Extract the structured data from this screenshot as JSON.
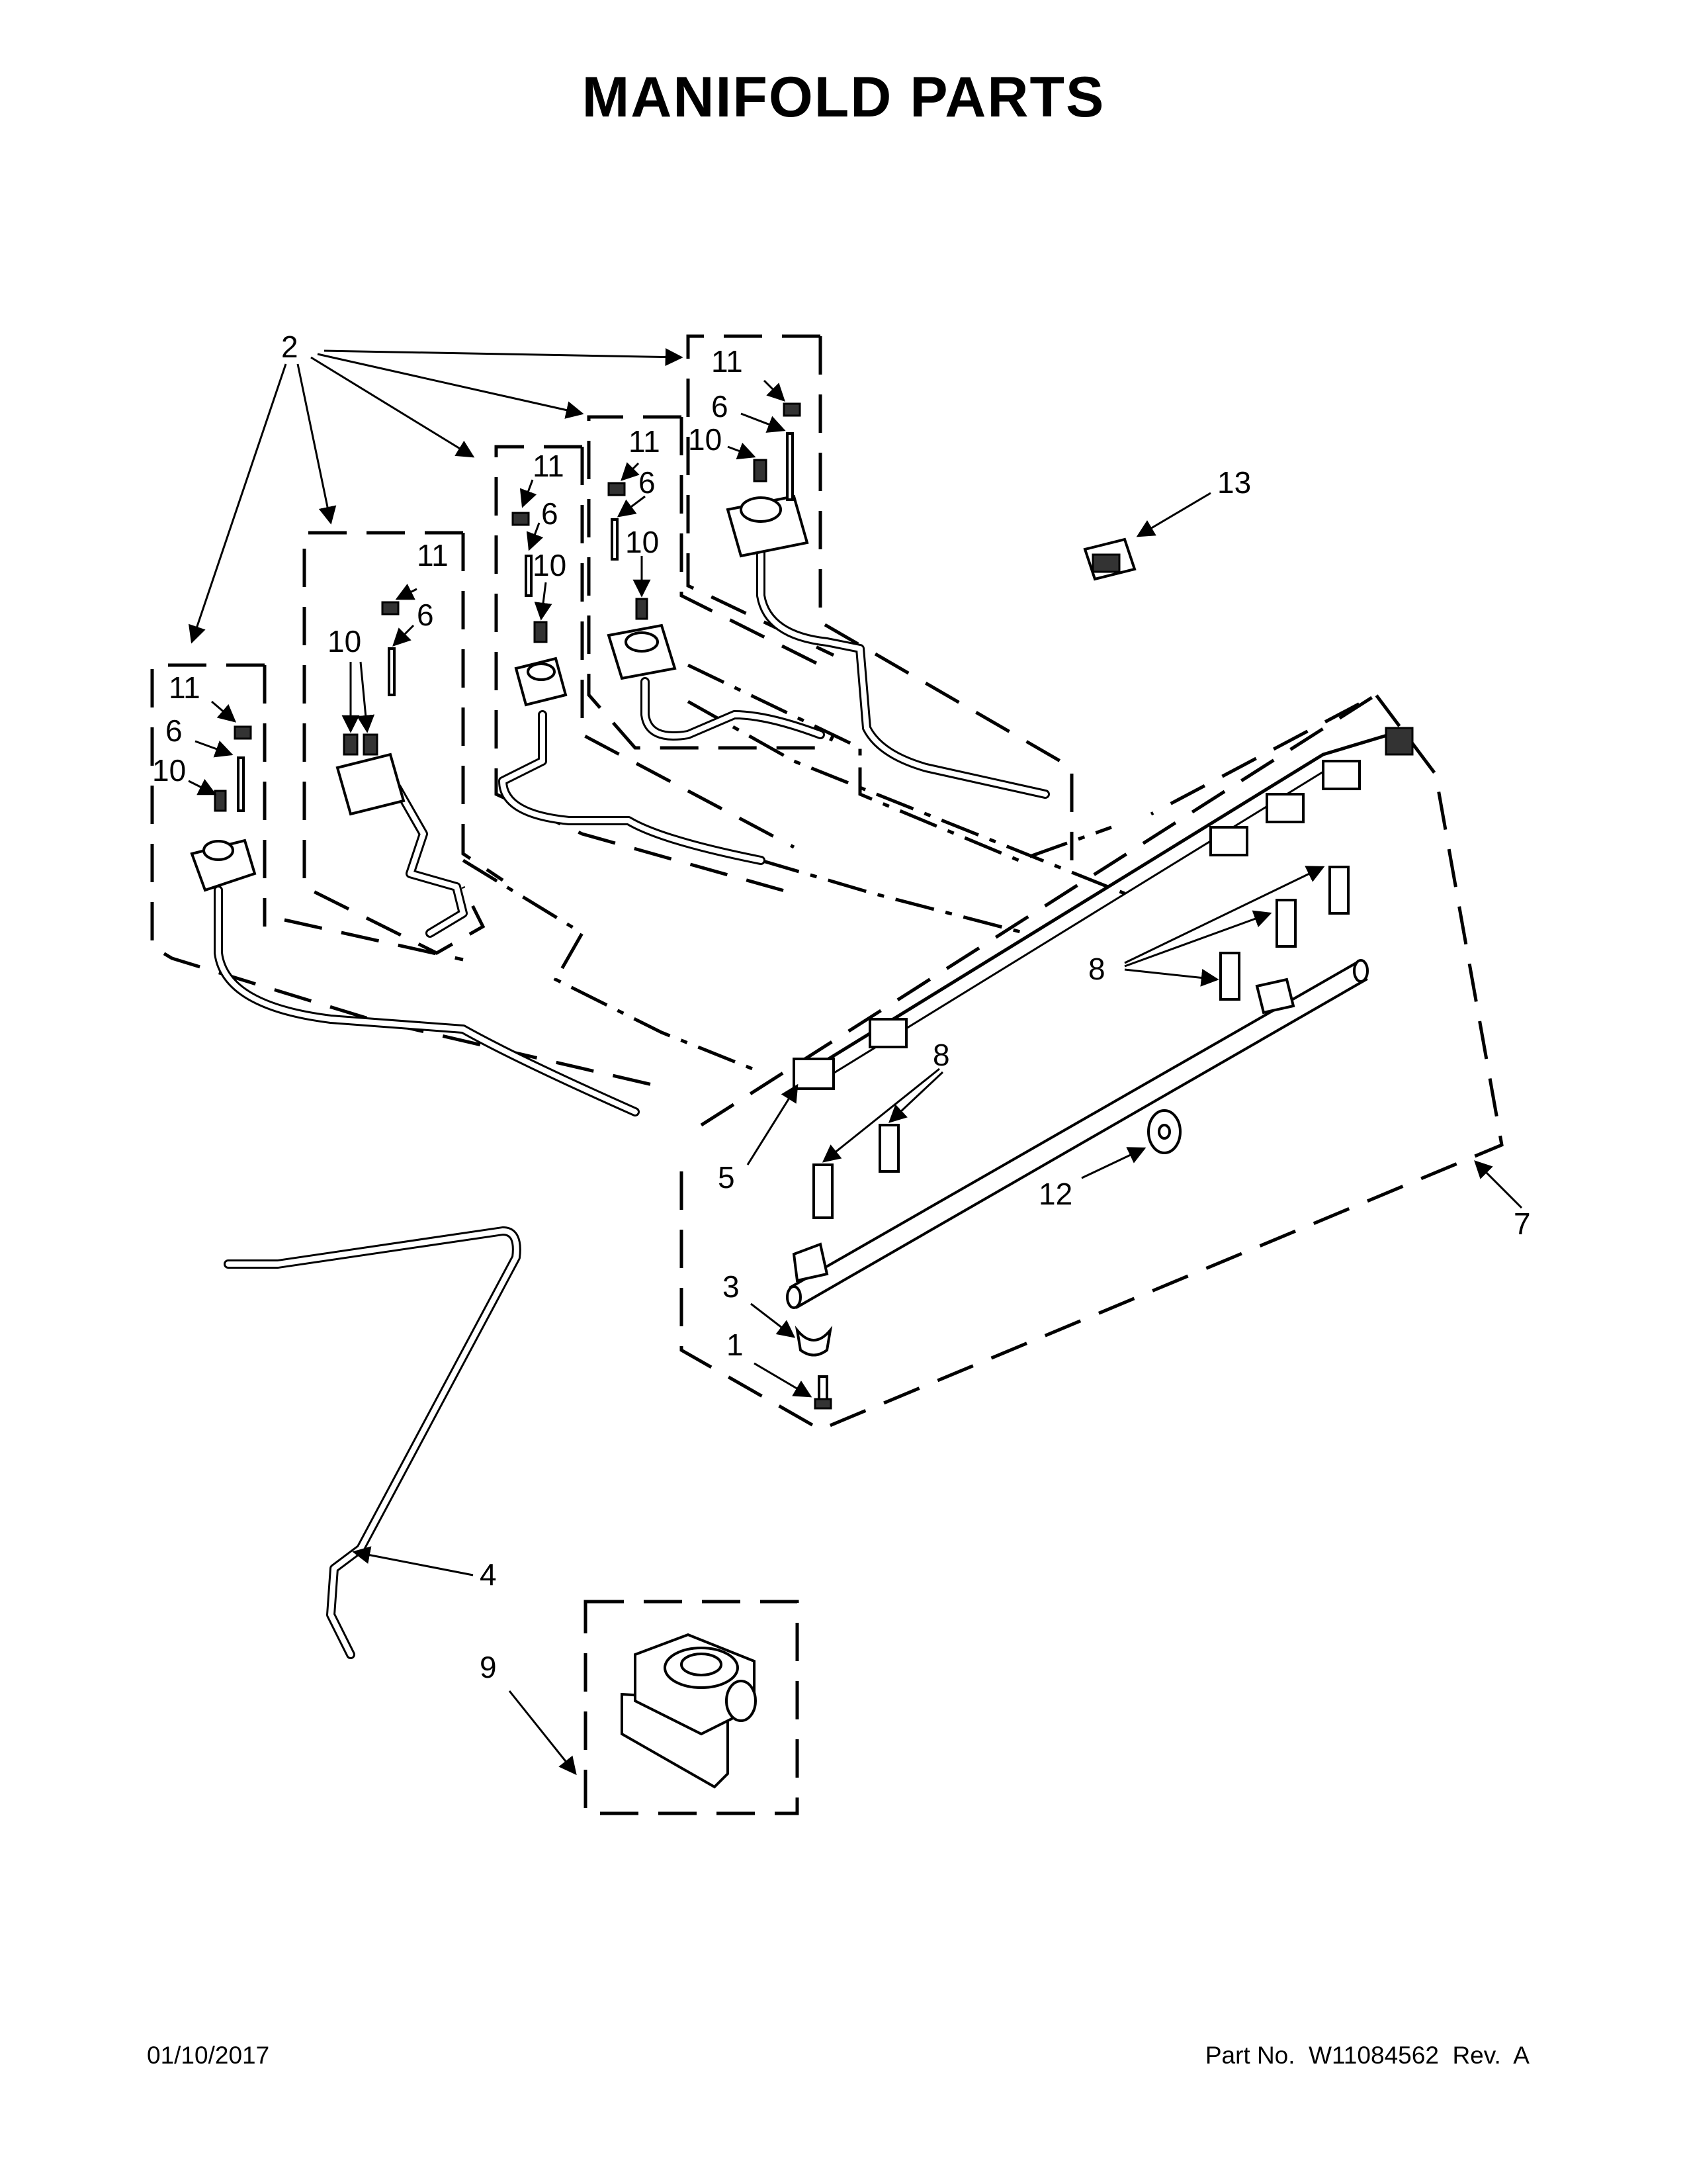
{
  "title": "MANIFOLD PARTS",
  "footer": {
    "date": "01/10/2017",
    "part_no": "Part No.  W11084562  Rev.  A"
  },
  "callouts": {
    "c1": "1",
    "c2": "2",
    "c3": "3",
    "c4": "4",
    "c5": "5",
    "c6": "6",
    "c7": "7",
    "c8": "8",
    "c9": "9",
    "c10": "10",
    "c11": "11",
    "c12": "12",
    "c13": "13"
  }
}
